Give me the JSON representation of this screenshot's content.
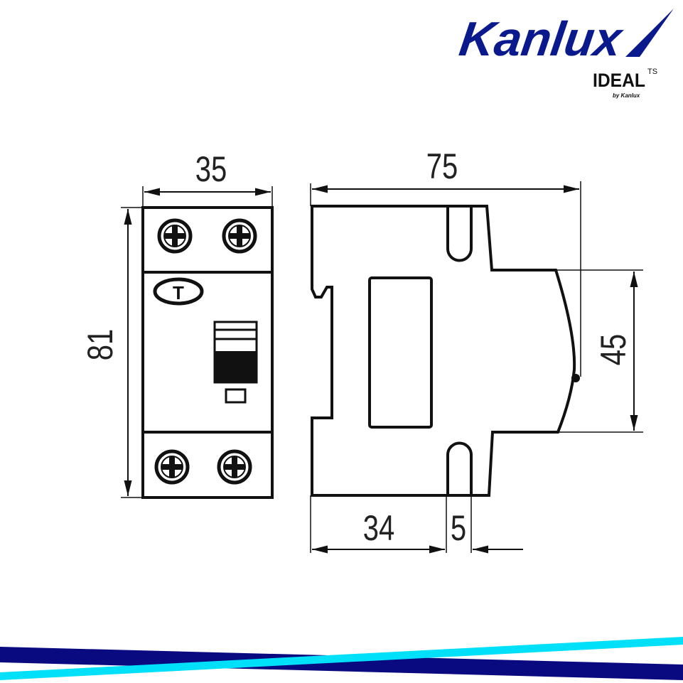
{
  "brand": {
    "logo": "Kanlux",
    "sublogo": "IDEAL",
    "sublogo_mark": "TS",
    "byline": "by Kanlux",
    "color_primary": "#0a1a8c",
    "color_accent": "#00e0f8"
  },
  "drawing": {
    "front_width": "35",
    "front_height": "81",
    "side_width": "75",
    "side_height": "45",
    "rail_offset": "34",
    "slot_width": "5",
    "test_button_label": "T"
  }
}
